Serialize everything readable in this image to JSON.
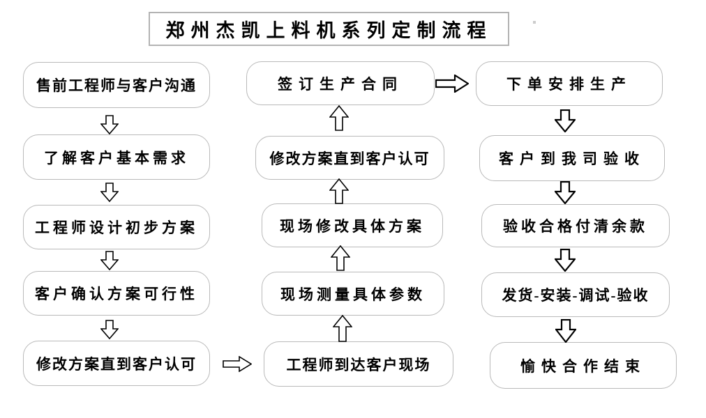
{
  "title": "郑州杰凯上料机系列定制流程",
  "columns": {
    "left": [
      "售前工程师与客户沟通",
      "了解客户基本需求",
      "工程师设计初步方案",
      "客户确认方案可行性",
      "修改方案直到客户认可"
    ],
    "middle": [
      "签订生产合同",
      "修改方案直到客户认可",
      "现场修改具体方案",
      "现场测量具体参数",
      "工程师到达客户现场"
    ],
    "right": [
      "下单安排生产",
      "客户到我司验收",
      "验收合格付清余款",
      "发货-安装-调试-验收",
      "愉快合作结束"
    ]
  },
  "flow_direction": {
    "left_column": "top-to-bottom",
    "middle_column": "bottom-to-top",
    "right_column": "top-to-bottom"
  },
  "colors": {
    "background": "#ffffff",
    "box_border": "#b9b9b9",
    "title_border": "#b3b3b3",
    "text": "#000000",
    "arrow_outline": "#000000",
    "arrow_fill": "#ffffff"
  }
}
